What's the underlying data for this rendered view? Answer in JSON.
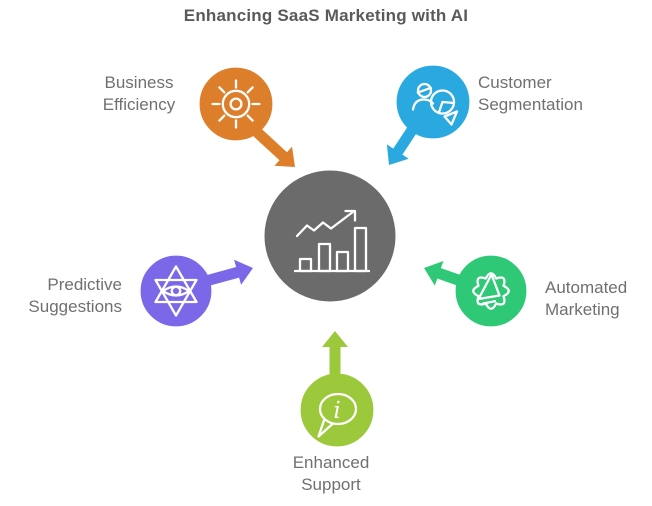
{
  "title": "Enhancing SaaS Marketing with AI",
  "colors": {
    "background": "#ffffff",
    "title_text": "#595a5c",
    "label_text": "#6f7072",
    "outline_white": "#ffffff"
  },
  "center": {
    "color": "#6b6b6b",
    "icon": "bar-chart-growth-icon"
  },
  "nodes": [
    {
      "label": "Business Efficiency",
      "color": "#dd7e2b",
      "icon": "sun-gear-icon",
      "position": "top-left"
    },
    {
      "label": "Customer Segmentation",
      "color": "#29a9e0",
      "icon": "person-pie-chart-icon",
      "position": "top-right"
    },
    {
      "label": "Predictive Suggestions",
      "color": "#7a68e8",
      "icon": "hexagram-eye-icon",
      "position": "left"
    },
    {
      "label": "Automated Marketing",
      "color": "#2fc877",
      "icon": "gear-megaphone-icon",
      "position": "right"
    },
    {
      "label": "Enhanced Support",
      "color": "#9cc93c",
      "icon": "speech-bubble-info-icon",
      "position": "bottom",
      "icon_glyph": "i"
    }
  ]
}
